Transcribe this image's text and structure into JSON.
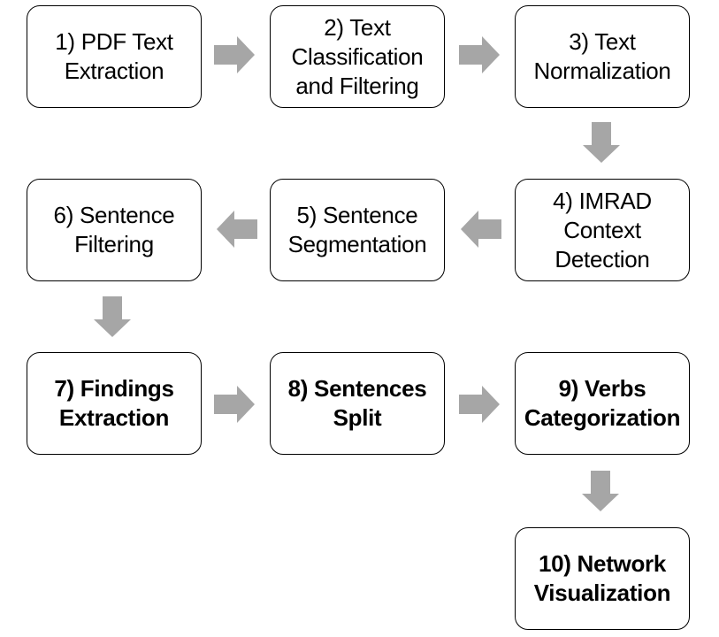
{
  "diagram": {
    "type": "flowchart",
    "colors": {
      "background": "#ffffff",
      "box_fill": "#ffffff",
      "box_border": "#000000",
      "text": "#000000",
      "arrow": "#a6a6a6"
    },
    "boxes": [
      {
        "step": 1,
        "label": "1) PDF Text\nExtraction",
        "bold": false
      },
      {
        "step": 2,
        "label": "2) Text\nClassification\nand Filtering",
        "bold": false
      },
      {
        "step": 3,
        "label": "3) Text\nNormalization",
        "bold": false
      },
      {
        "step": 4,
        "label": "4) IMRAD\nContext\nDetection",
        "bold": false
      },
      {
        "step": 5,
        "label": "5) Sentence\nSegmentation",
        "bold": false
      },
      {
        "step": 6,
        "label": "6) Sentence\nFiltering",
        "bold": false
      },
      {
        "step": 7,
        "label": "7) Findings\nExtraction",
        "bold": true
      },
      {
        "step": 8,
        "label": "8) Sentences\nSplit",
        "bold": true
      },
      {
        "step": 9,
        "label": "9) Verbs\nCategorization",
        "bold": true
      },
      {
        "step": 10,
        "label": "10) Network\nVisualization",
        "bold": true
      }
    ],
    "arrows": [
      {
        "from": 1,
        "to": 2,
        "direction": "right"
      },
      {
        "from": 2,
        "to": 3,
        "direction": "right"
      },
      {
        "from": 3,
        "to": 4,
        "direction": "down"
      },
      {
        "from": 4,
        "to": 5,
        "direction": "left"
      },
      {
        "from": 5,
        "to": 6,
        "direction": "left"
      },
      {
        "from": 6,
        "to": 7,
        "direction": "down"
      },
      {
        "from": 7,
        "to": 8,
        "direction": "right"
      },
      {
        "from": 8,
        "to": 9,
        "direction": "right"
      },
      {
        "from": 9,
        "to": 10,
        "direction": "down"
      }
    ]
  }
}
